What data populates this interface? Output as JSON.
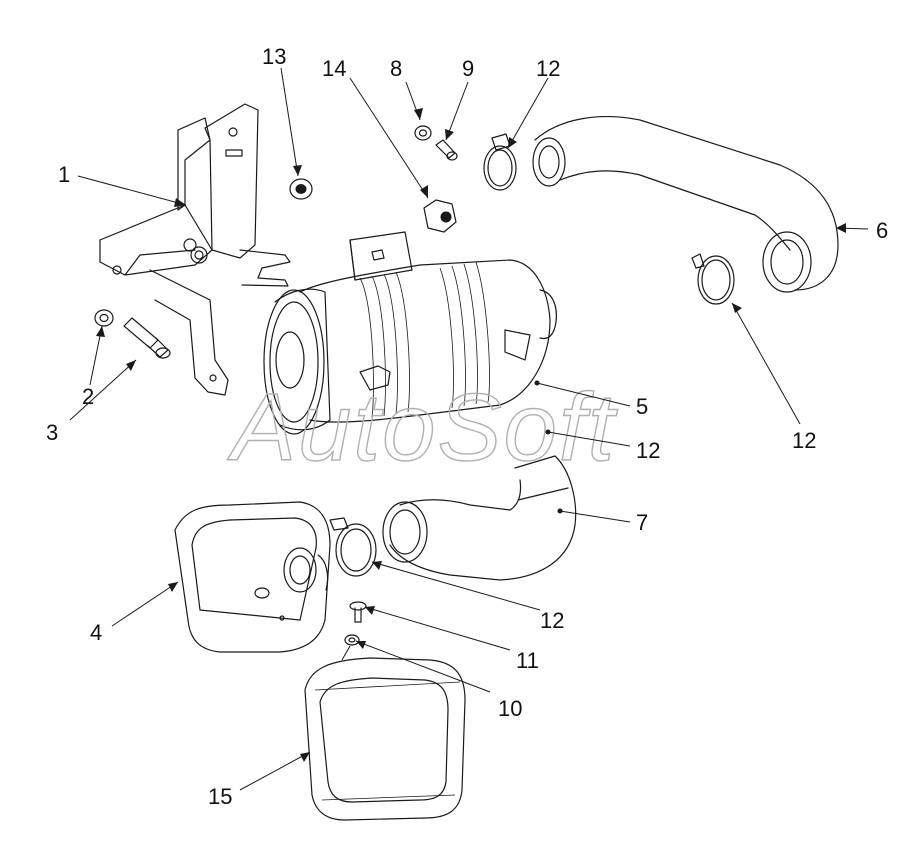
{
  "watermark": {
    "text": "AutoSoft"
  },
  "callouts": [
    {
      "id": "1",
      "label": "1"
    },
    {
      "id": "2",
      "label": "2"
    },
    {
      "id": "3",
      "label": "3"
    },
    {
      "id": "4",
      "label": "4"
    },
    {
      "id": "5",
      "label": "5"
    },
    {
      "id": "6",
      "label": "6"
    },
    {
      "id": "7",
      "label": "7"
    },
    {
      "id": "8",
      "label": "8"
    },
    {
      "id": "9",
      "label": "9"
    },
    {
      "id": "10",
      "label": "10"
    },
    {
      "id": "11",
      "label": "11"
    },
    {
      "id": "12a",
      "label": "12"
    },
    {
      "id": "12b",
      "label": "12"
    },
    {
      "id": "12c",
      "label": "12"
    },
    {
      "id": "12d",
      "label": "12"
    },
    {
      "id": "13",
      "label": "13"
    },
    {
      "id": "14",
      "label": "14"
    },
    {
      "id": "15",
      "label": "15"
    }
  ]
}
